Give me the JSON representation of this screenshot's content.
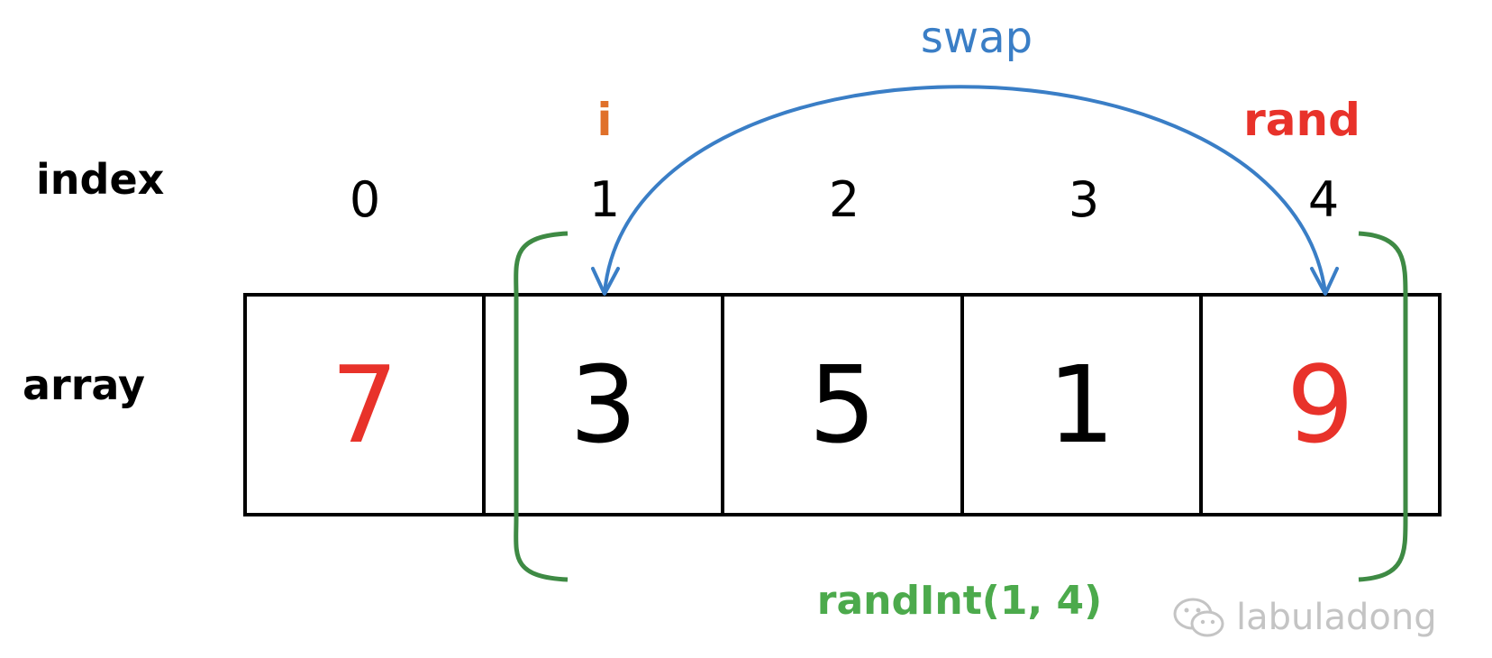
{
  "labels": {
    "index": "index",
    "array": "array"
  },
  "indices": [
    "0",
    "1",
    "2",
    "3",
    "4"
  ],
  "values": [
    "7",
    "3",
    "5",
    "1",
    "9"
  ],
  "highlighted_values": [
    0,
    4
  ],
  "pointers": {
    "i": "i",
    "rand": "rand"
  },
  "swap": "swap",
  "range": "randInt(1, 4)",
  "watermark": "labuladong",
  "colors": {
    "highlight": "#e8322a",
    "pointer_i": "#e0702a",
    "pointer_rand": "#e8322a",
    "swap": "#3a7ec6",
    "bracket": "#3e8a44",
    "range_text": "#4caa4c",
    "watermark": "#c4c4c4"
  }
}
